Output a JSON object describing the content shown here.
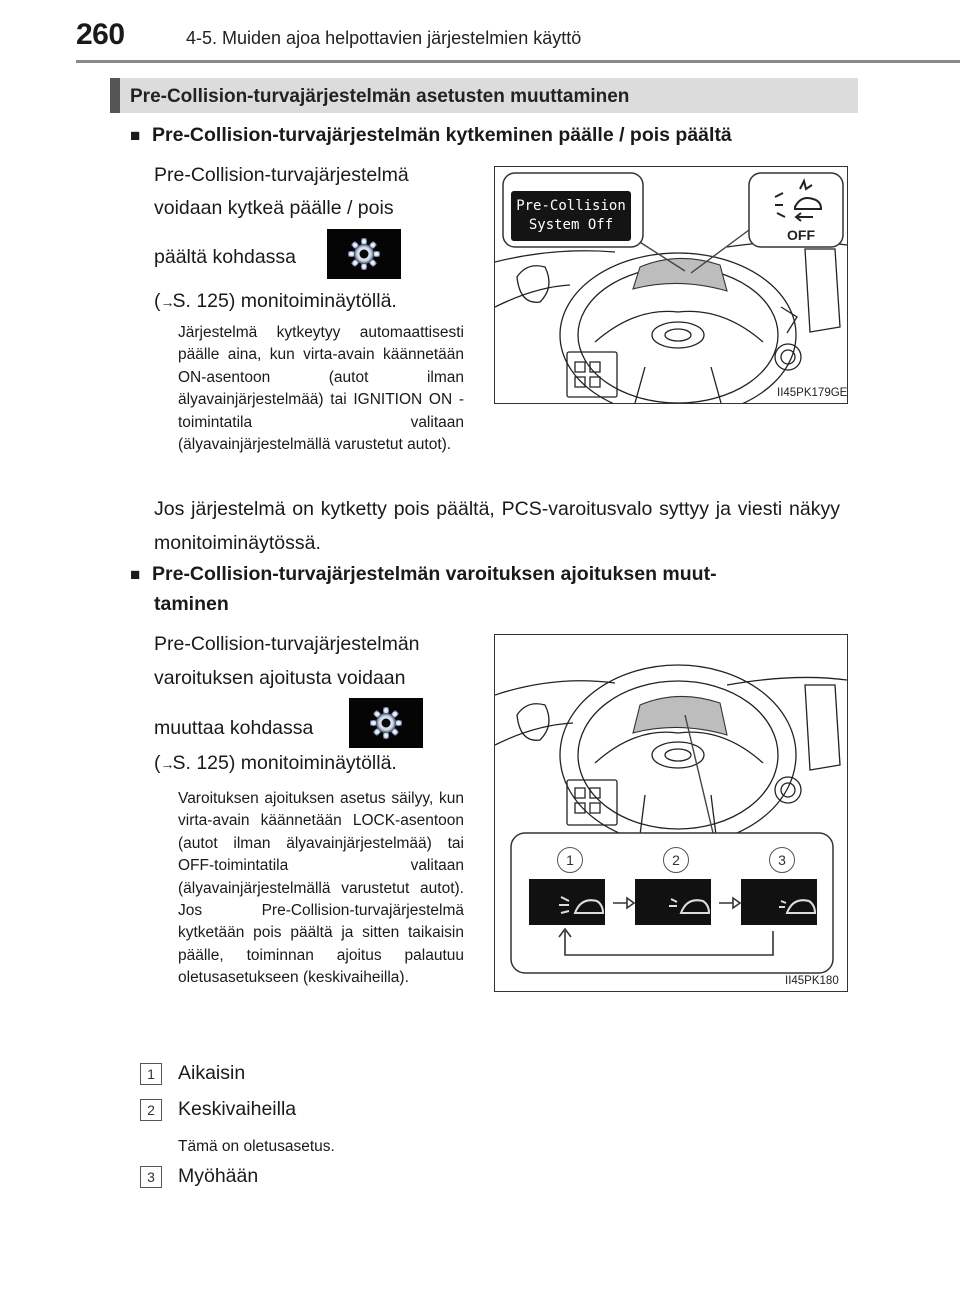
{
  "header": {
    "page_number": "260",
    "running_head": "4-5. Muiden ajoa helpottavien järjestelmien käyttö"
  },
  "section": {
    "title": "Pre-Collision-turvajärjestelmän asetusten muuttaminen"
  },
  "part1": {
    "bullet": "■",
    "heading": "Pre-Collision-turvajärjestelmän kytkeminen päälle / pois päältä",
    "line1": "Pre-Collision-turvajärjestelmä",
    "line2": "voidaan kytkeä päälle / pois",
    "line3": "päältä kohdassa",
    "line4_pre": "(",
    "line4_arrow": "→",
    "line4": "S. 125) monitoiminäytöllä.",
    "note": "Järjestelmä kytkeytyy automaattisesti päälle aina, kun virta-avain käännetään ON-asentoon (autot ilman älyavainjärjestelmää) tai IGNITION ON -toimintatila valitaan (älyavainjärjestelmällä varustetut autot).",
    "after": "Jos järjestelmä on kytketty pois päältä, PCS-varoitusvalo syttyy ja viesti näkyy monitoiminäytössä.",
    "figure": {
      "display_line1": "Pre-Collision",
      "display_line2": "System Off",
      "indicator_text": "OFF",
      "code": "II45PK179GE"
    }
  },
  "part2": {
    "bullet": "■",
    "heading_line1": "Pre-Collision-turvajärjestelmän varoituksen ajoituksen muut-",
    "heading_line2": "taminen",
    "line1": "Pre-Collision-turvajärjestelmän",
    "line2": "varoituksen ajoitusta voidaan",
    "line3": "muuttaa kohdassa",
    "line4_pre": "(",
    "line4_arrow": "→",
    "line4": "S. 125) monitoiminäytöllä.",
    "note": "Varoituksen ajoituksen asetus säilyy, kun virta-avain käännetään LOCK-asentoon (autot ilman älyavainjärjestelmää) tai OFF-toimintatila valitaan (älyavainjärjestelmällä varustetut autot). Jos Pre-Collision-turvajärjestelmä kytketään pois päältä ja sitten taikaisin päälle, toiminnan ajoitus palautuu oletusasetukseen (keskivaiheilla).",
    "figure": {
      "steps": [
        "1",
        "2",
        "3"
      ],
      "code": "II45PK180"
    }
  },
  "options": [
    {
      "num": "1",
      "label": "Aikaisin"
    },
    {
      "num": "2",
      "label": "Keskivaiheilla",
      "note": "Tämä on oletusasetus."
    },
    {
      "num": "3",
      "label": "Myöhään"
    }
  ]
}
